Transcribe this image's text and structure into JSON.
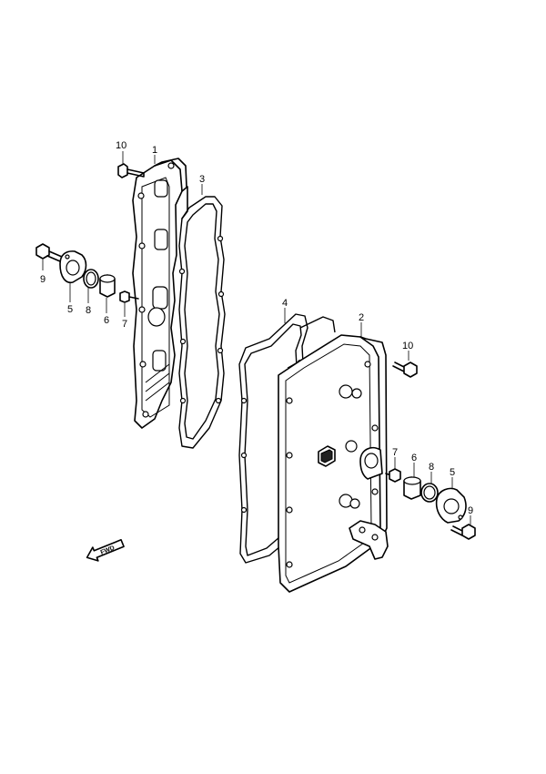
{
  "callouts": {
    "c1": "1",
    "c2": "2",
    "c3": "3",
    "c4": "4",
    "c5_left": "5",
    "c5_right": "5",
    "c6_left": "6",
    "c6_right": "6",
    "c7_left": "7",
    "c7_right": "7",
    "c8_left": "8",
    "c8_right": "8",
    "c9_left": "9",
    "c9_right": "9",
    "c10_left": "10",
    "c10_right": "10"
  },
  "fwd_label": "FWD"
}
